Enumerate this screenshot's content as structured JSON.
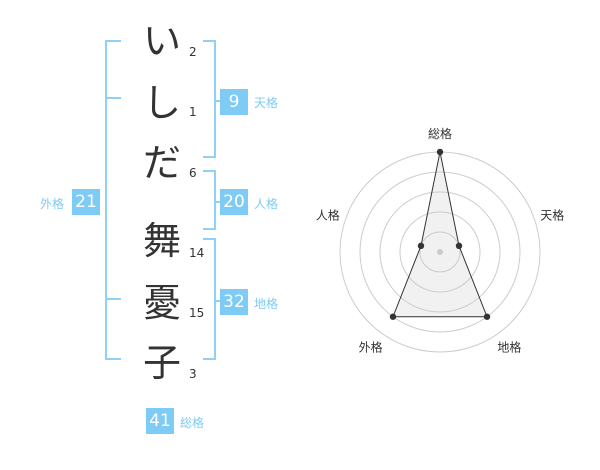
{
  "characters": [
    {
      "char": "い",
      "strokes": "2"
    },
    {
      "char": "し",
      "strokes": "1"
    },
    {
      "char": "だ",
      "strokes": "6"
    },
    {
      "char": "舞",
      "strokes": "14"
    },
    {
      "char": "憂",
      "strokes": "15"
    },
    {
      "char": "子",
      "strokes": "3"
    }
  ],
  "kaku": {
    "tenkaku": {
      "value": "9",
      "label": "天格"
    },
    "jinkaku": {
      "value": "20",
      "label": "人格"
    },
    "chikaku": {
      "value": "32",
      "label": "地格"
    },
    "gaikaku": {
      "value": "21",
      "label": "外格"
    },
    "soukaku": {
      "value": "41",
      "label": "総格"
    }
  },
  "colors": {
    "accent": "#7ecbf5",
    "text": "#333333",
    "grid": "#cccccc"
  },
  "chart_data": {
    "type": "radar",
    "axes": [
      "総格",
      "天格",
      "地格",
      "外格",
      "人格"
    ],
    "values": [
      5,
      1,
      4,
      4,
      1
    ],
    "max": 5,
    "rings": 5
  }
}
